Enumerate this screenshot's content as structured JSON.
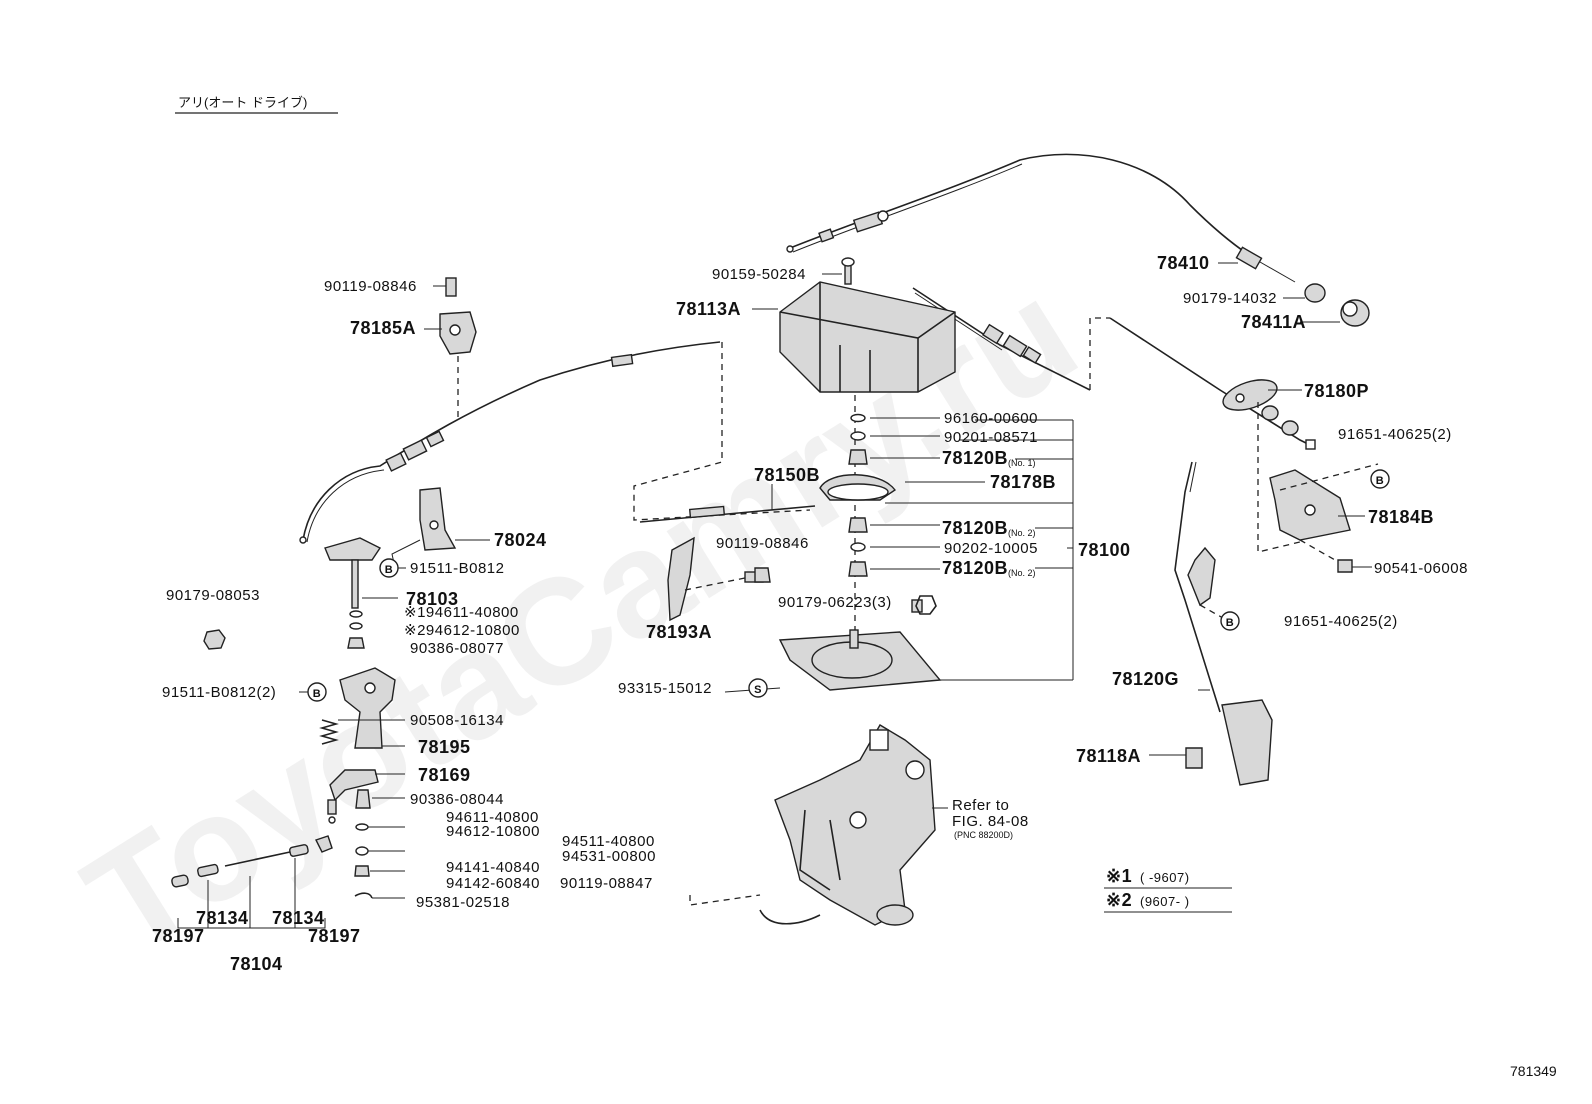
{
  "header": {
    "title": "アリ(オート ドライブ)"
  },
  "watermark": "ToyotaCamry.ru",
  "figure_number": "781349",
  "reference_note": {
    "line1": "Refer to",
    "line2": "FIG. 84-08",
    "line3": "(PNC 88200D)"
  },
  "footnotes": [
    {
      "mark": "※1",
      "range": "(      -9607)"
    },
    {
      "mark": "※2",
      "range": "(9607-      )"
    }
  ],
  "callout_letters": {
    "b": "B",
    "s": "S"
  },
  "labels": {
    "p90119_08846_top": "90119-08846",
    "p78185A": "78185A",
    "p90159_50284": "90159-50284",
    "p78113A": "78113A",
    "p78410": "78410",
    "p90179_14032": "90179-14032",
    "p78411A": "78411A",
    "p78180P": "78180P",
    "p91651_40625_a": "91651-40625(2)",
    "p78184B": "78184B",
    "p90541_06008": "90541-06008",
    "p91651_40625_b": "91651-40625(2)",
    "p96160_00600": "96160-00600",
    "p90201_08571": "90201-08571",
    "p78120B_1": "78120B",
    "p78120B_1_note": "(No. 1)",
    "p78178B": "78178B",
    "p78150B": "78150B",
    "p78120B_2": "78120B",
    "p78120B_2_note": "(No. 2)",
    "p90202_10005": "90202-10005",
    "p78100": "78100",
    "p78120B_3": "78120B",
    "p78120B_3_note": "(No. 2)",
    "p90119_08846_mid": "90119-08846",
    "p90179_06223": "90179-06223(3)",
    "p78193A": "78193A",
    "p93315_15012": "93315-15012",
    "p78024": "78024",
    "p91511_B0812": "91511-B0812",
    "p78103": "78103",
    "p94611_40800_n1": "※194611-40800",
    "p94612_10800_n2": "※294612-10800",
    "p90386_08077": "90386-08077",
    "p90179_08053": "90179-08053",
    "p91511_B0812_2": "91511-B0812(2)",
    "p90508_16134": "90508-16134",
    "p78195": "78195",
    "p78169": "78169",
    "p90386_08044": "90386-08044",
    "p94611_40800": "94611-40800",
    "p94612_10800": "94612-10800",
    "p94511_40800": "94511-40800",
    "p94531_00800": "94531-00800",
    "p94141_40840": "94141-40840",
    "p94142_60840": "94142-60840",
    "p90119_08847": "90119-08847",
    "p95381_02518": "95381-02518",
    "p78197_l": "78197",
    "p78134_l": "78134",
    "p78134_r": "78134",
    "p78197_r": "78197",
    "p78104": "78104",
    "p78120G": "78120G",
    "p78118A": "78118A"
  }
}
